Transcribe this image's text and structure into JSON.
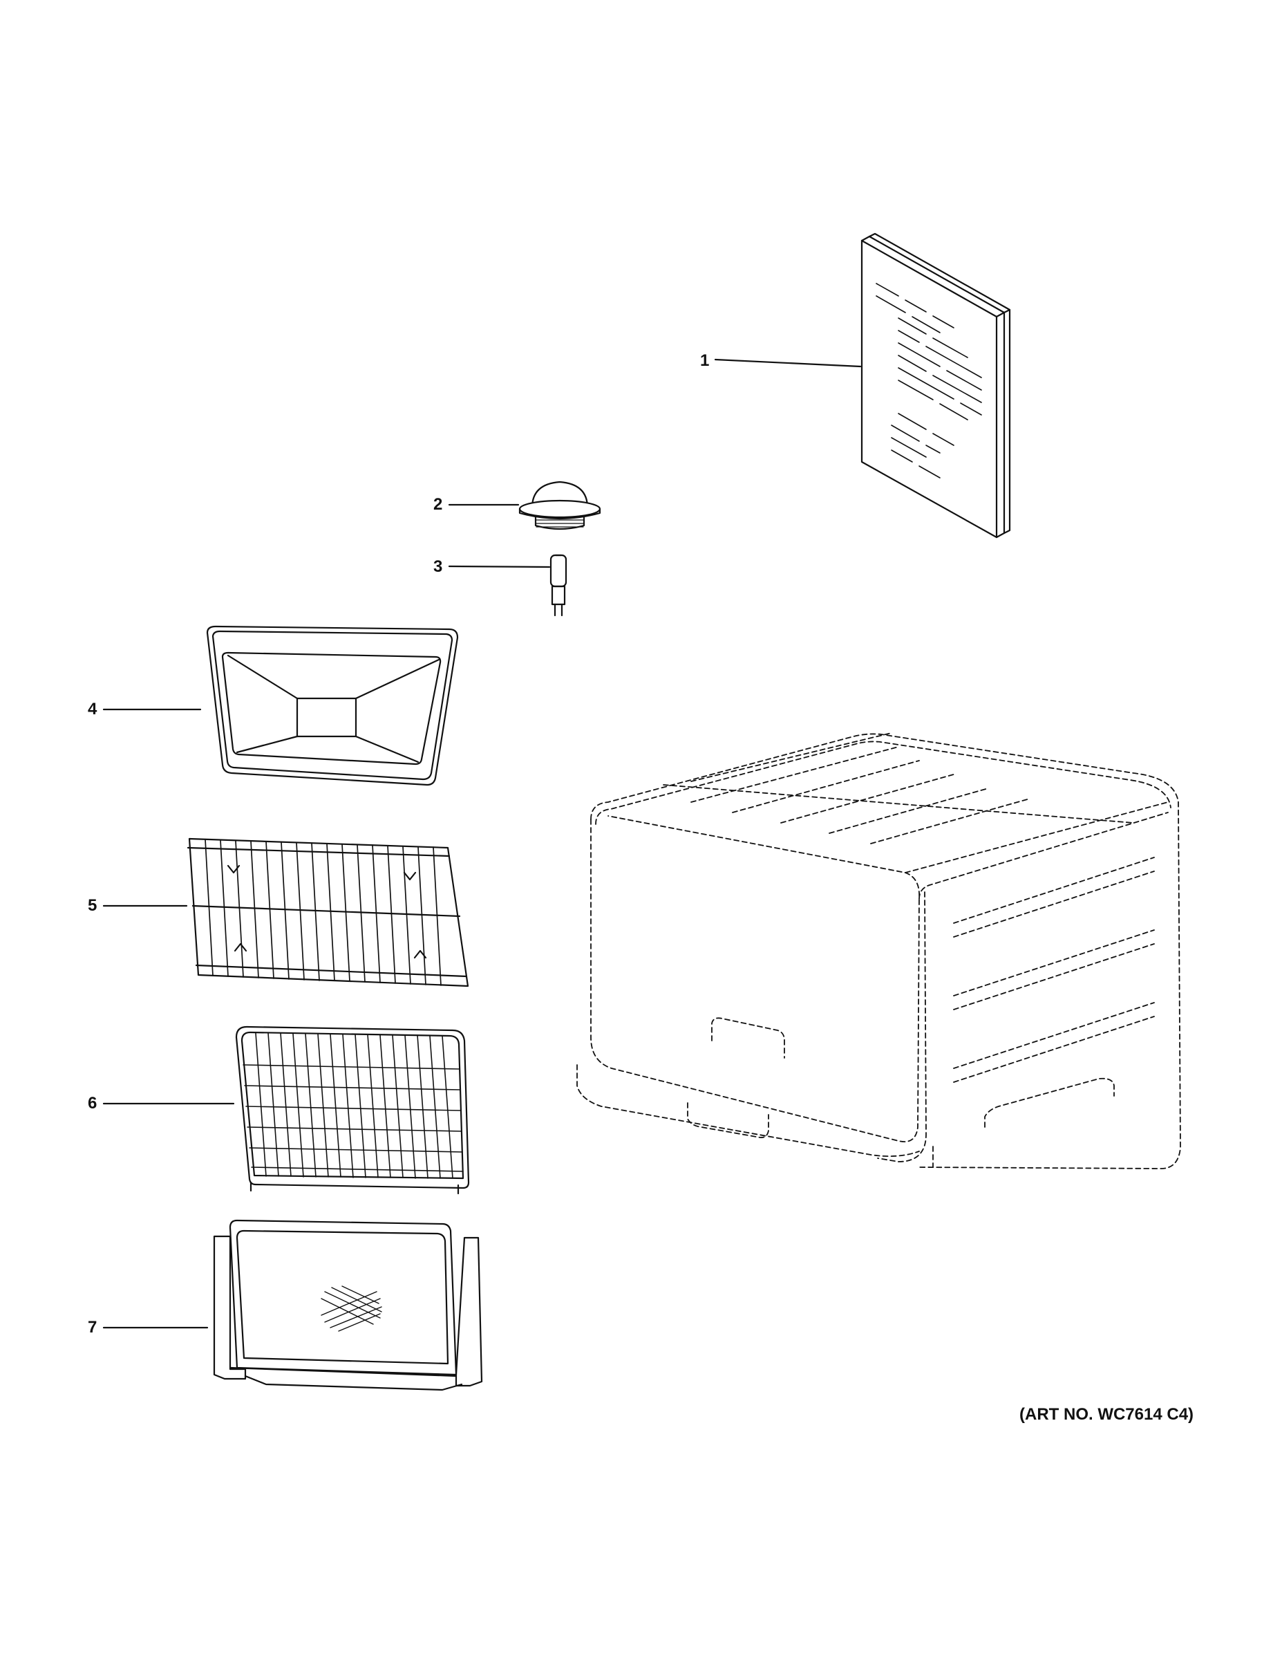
{
  "diagram": {
    "callouts": [
      {
        "id": "1",
        "label": "1"
      },
      {
        "id": "2",
        "label": "2"
      },
      {
        "id": "3",
        "label": "3"
      },
      {
        "id": "4",
        "label": "4"
      },
      {
        "id": "5",
        "label": "5"
      },
      {
        "id": "6",
        "label": "6"
      },
      {
        "id": "7",
        "label": "7"
      }
    ],
    "art_number": "(ART NO. WC7614 C4)"
  }
}
